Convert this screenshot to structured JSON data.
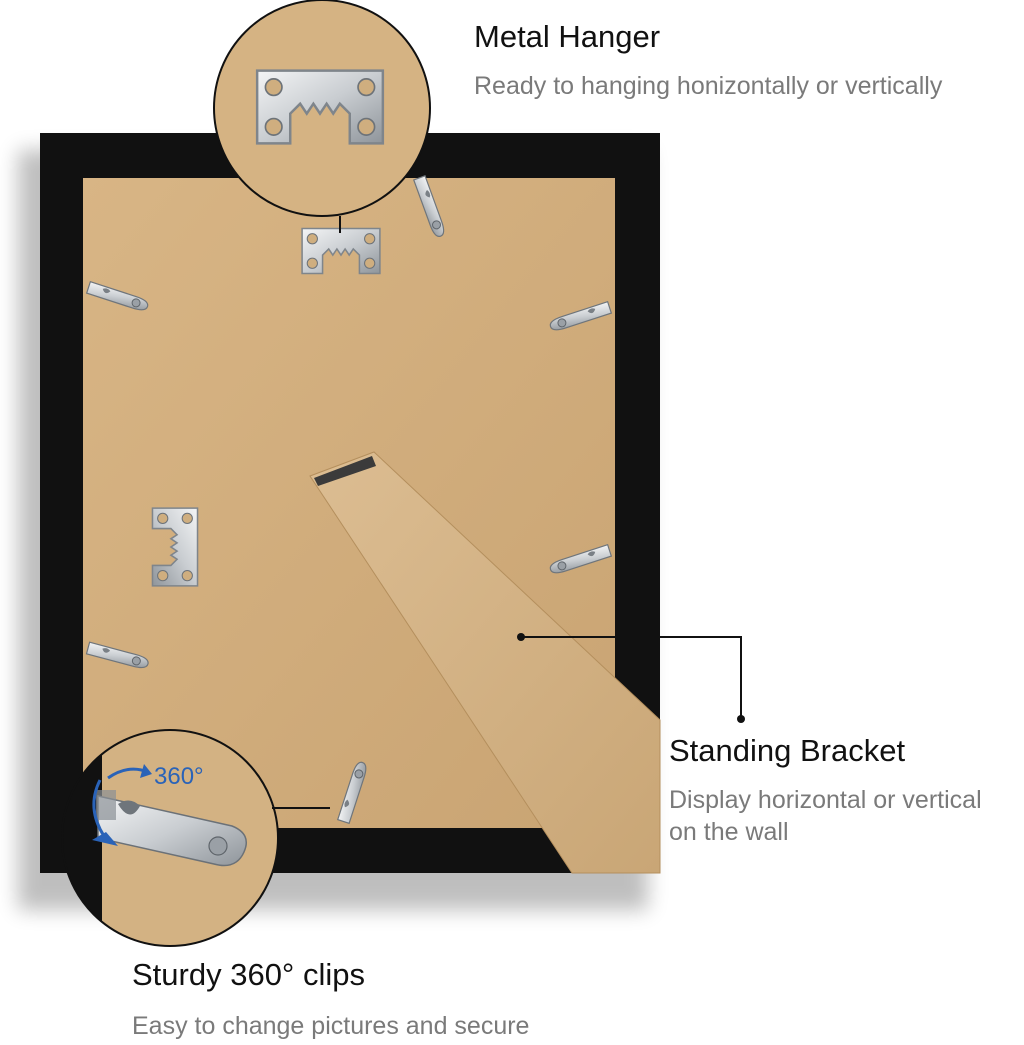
{
  "callouts": {
    "hanger": {
      "title": "Metal Hanger",
      "desc": "Ready to hanging honizontally or vertically"
    },
    "bracket": {
      "title": "Standing Bracket",
      "desc_line1": "Display horizontal or vertical",
      "desc_line2": "on the wall"
    },
    "clips": {
      "title": "Sturdy 360° clips",
      "desc": "Easy to change pictures and secure",
      "rotation_label": "360°"
    }
  },
  "colors": {
    "frame": "#111111",
    "backboard": "#d2ae7c",
    "metal": "#d9dcdf",
    "accent_blue": "#2a63b8",
    "title_text": "#111111",
    "desc_text": "#7a7a7a"
  }
}
